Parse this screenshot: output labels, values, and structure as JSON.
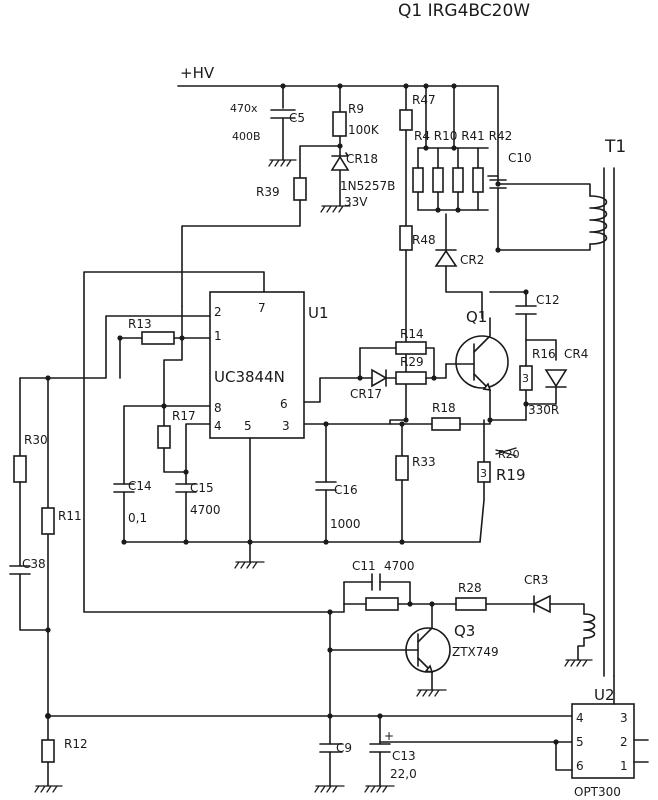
{
  "title": "Q1 IRG4BC20W",
  "rails": {
    "hv": "+HV"
  },
  "transformer": {
    "label": "T1"
  },
  "ic_u1": {
    "ref": "U1",
    "part": "UC3844N",
    "pins": {
      "p1": "1",
      "p2": "2",
      "p3": "3",
      "p4": "4",
      "p5": "5",
      "p6": "6",
      "p7": "7",
      "p8": "8"
    }
  },
  "ic_u2": {
    "ref": "U2",
    "part": "OPT300",
    "pins": {
      "p1": "1",
      "p2": "2",
      "p3": "3",
      "p4": "4",
      "p5": "5",
      "p6": "6"
    }
  },
  "components": {
    "c5": {
      "ref": "C5",
      "value_a": "470x",
      "value_b": "400B"
    },
    "r9": {
      "ref": "R9",
      "value": "100K"
    },
    "cr18": {
      "ref": "CR18",
      "part": "1N5257B",
      "value": "33V"
    },
    "r39": {
      "ref": "R39"
    },
    "r47": {
      "ref": "R47"
    },
    "r_group": {
      "ref": "R4 R10 R41 R42"
    },
    "c10": {
      "ref": "C10"
    },
    "r48": {
      "ref": "R48"
    },
    "cr2": {
      "ref": "CR2"
    },
    "q1": {
      "ref": "Q1"
    },
    "c12": {
      "ref": "C12"
    },
    "r16": {
      "ref": "R16",
      "value": "330R",
      "mark": "3"
    },
    "cr4": {
      "ref": "CR4"
    },
    "r13": {
      "ref": "R13"
    },
    "r14": {
      "ref": "R14"
    },
    "r29": {
      "ref": "R29"
    },
    "cr17": {
      "ref": "CR17"
    },
    "r18": {
      "ref": "R18"
    },
    "r17": {
      "ref": "R17"
    },
    "r30": {
      "ref": "R30"
    },
    "r11": {
      "ref": "R11"
    },
    "c38": {
      "ref": "C38"
    },
    "c14": {
      "ref": "C14",
      "value": "0,1"
    },
    "c15": {
      "ref": "C15",
      "value": "4700"
    },
    "c16": {
      "ref": "C16",
      "value": "1000"
    },
    "r33": {
      "ref": "R33"
    },
    "r19": {
      "ref": "R19",
      "mark": "3",
      "struck": "R20"
    },
    "c11": {
      "ref": "C11",
      "value": "4700"
    },
    "r28": {
      "ref": "R28"
    },
    "cr3": {
      "ref": "CR3"
    },
    "q3": {
      "ref": "Q3",
      "part": "ZTX749"
    },
    "r12": {
      "ref": "R12"
    },
    "c9": {
      "ref": "C9"
    },
    "c13": {
      "ref": "C13",
      "value": "22,0",
      "polarity": "+"
    }
  }
}
